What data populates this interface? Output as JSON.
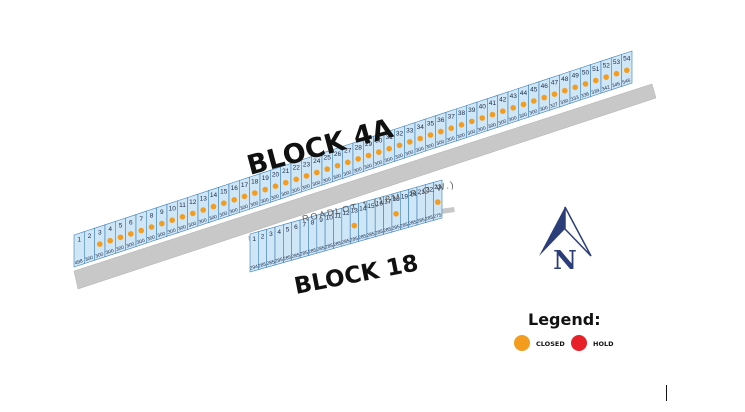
{
  "map": {
    "block_4a": {
      "title": "BLOCK 4A",
      "lots": [
        "1",
        "2",
        "3",
        "4",
        "5",
        "6",
        "7",
        "8",
        "9",
        "10",
        "11",
        "12",
        "13",
        "14",
        "15",
        "16",
        "17",
        "18",
        "19",
        "20",
        "21",
        "22",
        "23",
        "24",
        "25",
        "26",
        "27",
        "28",
        "29",
        "30",
        "31",
        "32",
        "33",
        "34",
        "35",
        "36",
        "37",
        "38",
        "39",
        "40",
        "41",
        "42",
        "43",
        "44",
        "45",
        "46",
        "47",
        "48",
        "49",
        "50",
        "51",
        "52",
        "53",
        "54"
      ],
      "lot_areas": [
        "498",
        "300",
        "300",
        "300",
        "300",
        "300",
        "300",
        "300",
        "300",
        "300",
        "300",
        "300",
        "300",
        "300",
        "300",
        "300",
        "300",
        "300",
        "300",
        "300",
        "300",
        "300",
        "300",
        "300",
        "300",
        "300",
        "300",
        "300",
        "300",
        "300",
        "300",
        "300",
        "300",
        "300",
        "300",
        "300",
        "300",
        "300",
        "300",
        "300",
        "300",
        "300",
        "300",
        "300",
        "300",
        "300",
        "327",
        "330",
        "333",
        "336",
        "339",
        "342",
        "345",
        "546"
      ],
      "closed_lots": [
        "3",
        "4",
        "5",
        "6",
        "7",
        "8",
        "9",
        "10",
        "11",
        "12",
        "13",
        "14",
        "15",
        "16",
        "17",
        "18",
        "19",
        "20",
        "21",
        "22",
        "23",
        "24",
        "25",
        "26",
        "27",
        "28",
        "29",
        "30",
        "31",
        "32",
        "33",
        "34",
        "35",
        "36",
        "37",
        "38",
        "39",
        "40",
        "41",
        "42",
        "43",
        "44",
        "45",
        "46",
        "47",
        "48",
        "49",
        "50",
        "51",
        "52",
        "53",
        "54"
      ],
      "hold_lots": []
    },
    "block_18": {
      "title": "BLOCK 18",
      "lots": [
        "1",
        "2",
        "3",
        "4",
        "5",
        "6",
        "7",
        "8",
        "9",
        "10",
        "11",
        "12",
        "13",
        "14",
        "15",
        "16",
        "17",
        "18",
        "19",
        "20",
        "21",
        "22",
        "23"
      ],
      "lot_areas": [
        "294",
        "285",
        "285",
        "285",
        "285",
        "285",
        "285",
        "285",
        "285",
        "285",
        "285",
        "285",
        "285",
        "285",
        "285",
        "285",
        "285",
        "285",
        "285",
        "285",
        "285",
        "285",
        "275"
      ],
      "closed_lots": [
        "13",
        "18",
        "23"
      ],
      "hold_lots": []
    },
    "road_label": "ROADLOT 1 (18M. R.O.W.)",
    "north_letter": "N"
  },
  "legend": {
    "title": "Legend:",
    "items": [
      {
        "label": "CLOSED",
        "color": "#f39c1e"
      },
      {
        "label": "HOLD",
        "color": "#e8202a"
      }
    ]
  },
  "colors": {
    "lot_fill": "#cfe6f6",
    "lot_stroke": "#3a7fb8",
    "road_fill": "#c8c8c8",
    "compass": "#2c3e7a"
  }
}
